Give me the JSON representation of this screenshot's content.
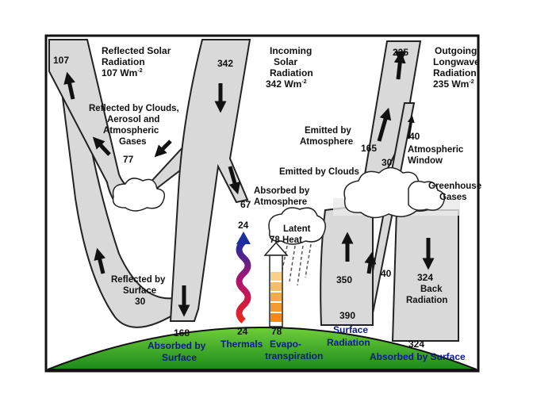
{
  "labels": {
    "reflected_solar": [
      "Reflected Solar",
      "Radiation",
      "107 Wm"
    ],
    "reflected_solar_num": "107",
    "incoming_solar": [
      "Incoming",
      "Solar",
      "Radiation",
      "342 Wm"
    ],
    "incoming_solar_num": "342",
    "outgoing_longwave": [
      "Outgoing",
      "Longwave",
      "Radiation",
      "235 Wm"
    ],
    "outgoing_longwave_num": "235",
    "exponent": "-2",
    "reflected_clouds": [
      "Reflected by Clouds,",
      "Aerosol and",
      "Atmospheric",
      "Gases"
    ],
    "reflected_clouds_num": "77",
    "absorbed_atmosphere": [
      "Absorbed by",
      "Atmosphere"
    ],
    "absorbed_atmosphere_num": "67",
    "emitted_atmosphere": [
      "Emitted by",
      "Atmosphere"
    ],
    "emitted_atmosphere_num": "165",
    "emitted_clouds": "Emitted by Clouds",
    "emitted_clouds_num": "30",
    "atmospheric_window": [
      "Atmospheric",
      "Window"
    ],
    "atmospheric_window_num": "40",
    "greenhouse_gases": [
      "Greenhouse",
      "Gases"
    ],
    "latent_heat": [
      "Latent",
      "78 Heat"
    ],
    "thermals_top_num": "24",
    "reflected_surface": [
      "Reflected by",
      "Surface",
      "30"
    ],
    "surface_up_num": "350",
    "window_small_num": "40",
    "back_radiation": [
      "324",
      "Back",
      "Radiation"
    ],
    "absorbed_surface_left": [
      "168",
      "Absorbed by",
      "Surface"
    ],
    "thermals_bottom": [
      "24",
      "Thermals"
    ],
    "evapotranspiration": [
      "78",
      "Evapo-",
      "transpiration"
    ],
    "surface_radiation": [
      "390",
      "Surface",
      "Radiation"
    ],
    "absorbed_surface_right": [
      "324",
      "Absorbed by Surface"
    ]
  }
}
